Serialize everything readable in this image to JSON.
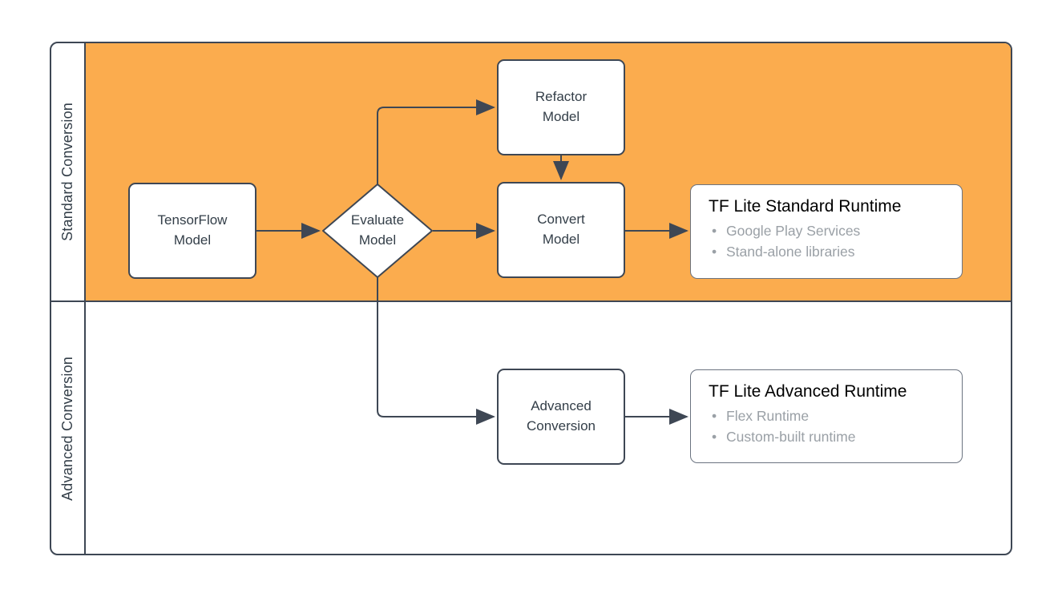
{
  "colors": {
    "lane_fill": "#FBAC4E",
    "line": "#3E4754",
    "node_text": "#333E48",
    "runtime_border": "#6B7380",
    "runtime_title": "#000000",
    "runtime_bullet": "#9AA0A6"
  },
  "lanes": [
    {
      "label": "Standard Conversion"
    },
    {
      "label": "Advanced Conversion"
    }
  ],
  "nodes": {
    "tensorflow_model": {
      "label": "TensorFlow\nModel"
    },
    "evaluate_model": {
      "label": "Evaluate\nModel"
    },
    "refactor_model": {
      "label": "Refactor\nModel"
    },
    "convert_model": {
      "label": "Convert\nModel"
    },
    "standard_runtime": {
      "title": "TF Lite Standard Runtime",
      "bullets": [
        "Google Play Services",
        "Stand-alone libraries"
      ]
    },
    "advanced_conversion": {
      "label": "Advanced\nConversion"
    },
    "advanced_runtime": {
      "title": "TF Lite Advanced Runtime",
      "bullets": [
        "Flex Runtime",
        "Custom-built runtime"
      ]
    }
  }
}
